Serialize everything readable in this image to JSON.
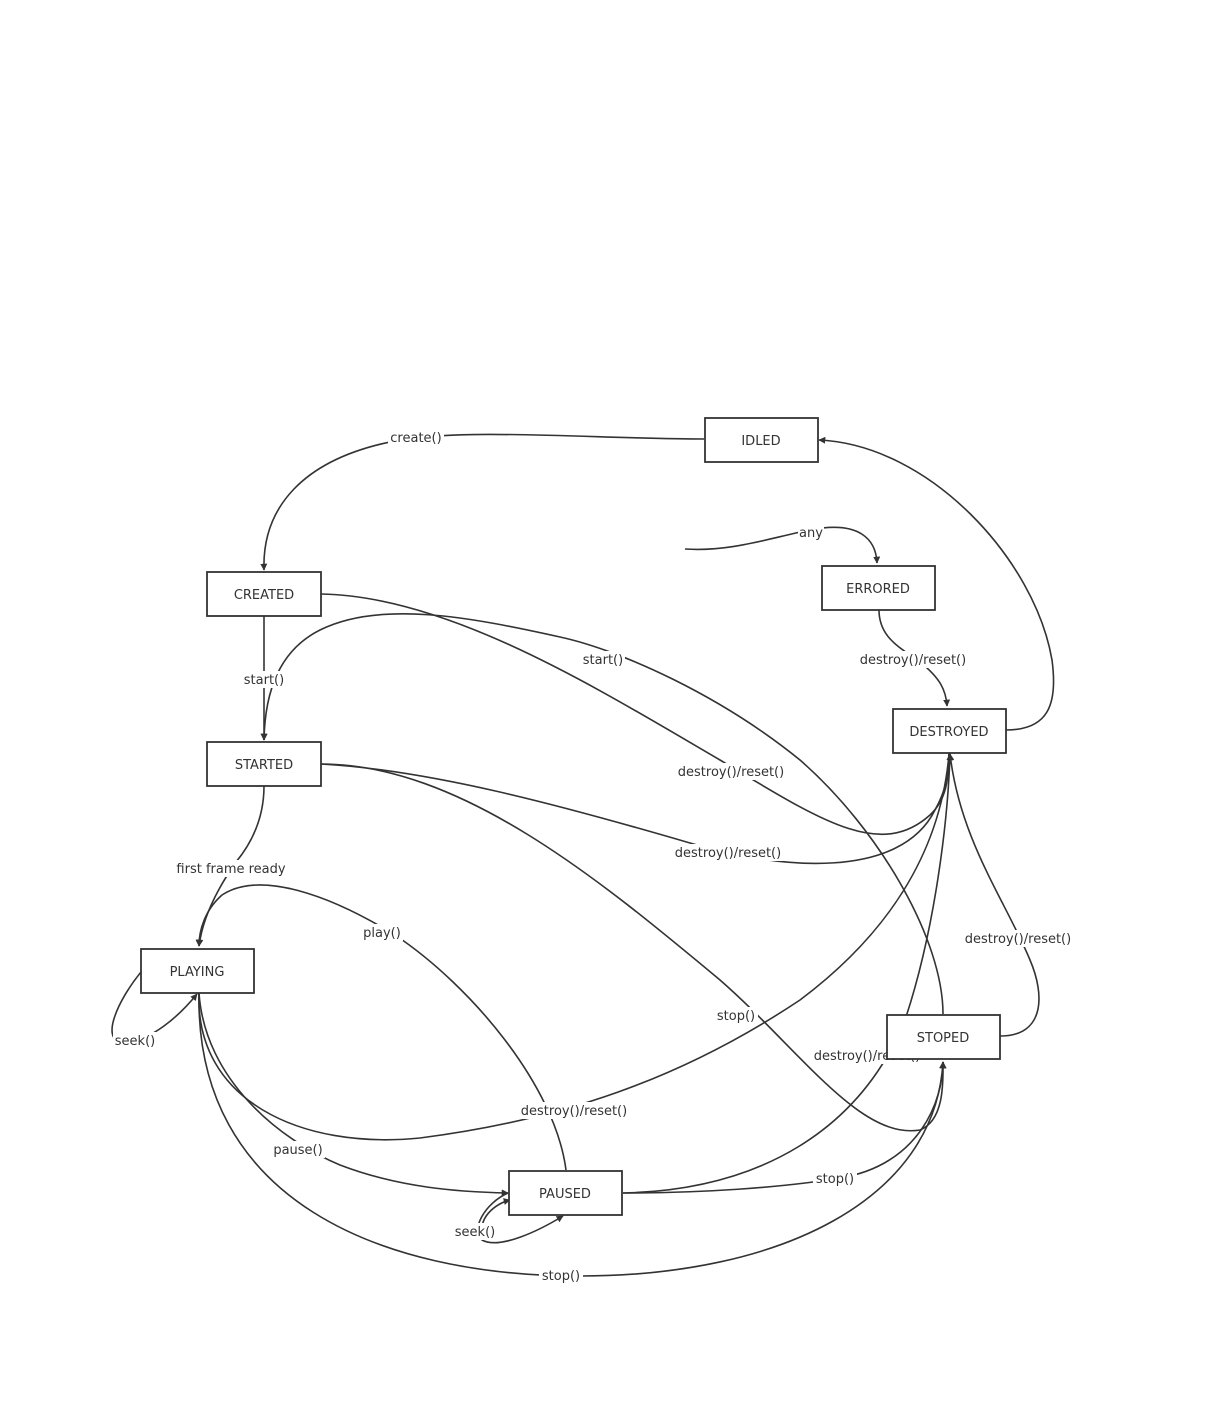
{
  "diagram": {
    "states": {
      "idled": "IDLED",
      "created": "CREATED",
      "started": "STARTED",
      "playing": "PLAYING",
      "paused": "PAUSED",
      "stoped": "STOPED",
      "errored": "ERRORED",
      "destroyed": "DESTROYED"
    },
    "transitions": {
      "create": "create()",
      "any": "any",
      "created_start": "start()",
      "created_destroy": "destroy()/reset()",
      "errored_destroy": "destroy()/reset()",
      "stoped_start": "start()",
      "started_destroy": "destroy()/reset()",
      "first_frame": "first frame ready",
      "play": "play()",
      "started_stop": "stop()",
      "stoped_destroy": "destroy()/reset()",
      "paused_destroy": "destroy()/reset()",
      "playing_seek": "seek()",
      "playing_destroy": "destroy()/reset()",
      "pause": "pause()",
      "paused_stop": "stop()",
      "paused_seek": "seek()",
      "playing_stop": "stop()"
    }
  },
  "style": {
    "line_color": "#333333",
    "background": "#ffffff"
  }
}
